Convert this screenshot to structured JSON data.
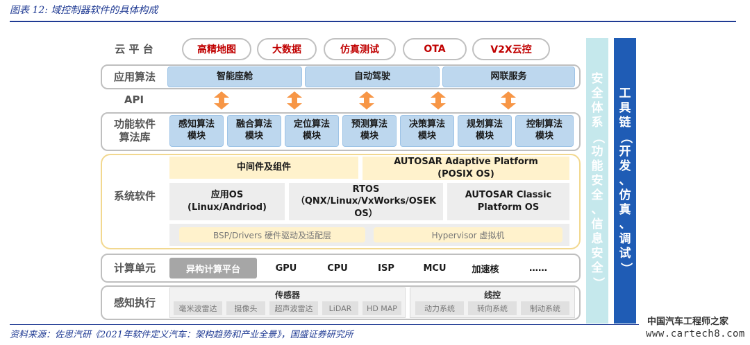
{
  "figure_title": "图表 12: 域控制器软件的具体构成",
  "rows": {
    "cloud_label": "云 平 台",
    "app_label": "应用算法",
    "api_label": "API",
    "func_label": "功能软件\n算法库",
    "sys_label": "系统软件",
    "compute_label": "计算单元",
    "sense_label": "感知执行"
  },
  "cloud_items": [
    "高精地图",
    "大数据",
    "仿真测试",
    "OTA",
    "V2X云控"
  ],
  "app_items": [
    "智能座舱",
    "自动驾驶",
    "网联服务"
  ],
  "func_items": [
    "感知算法\n模块",
    "融合算法\n模块",
    "定位算法\n模块",
    "预测算法\n模块",
    "决策算法\n模块",
    "规划算法\n模块",
    "控制算法\n模块"
  ],
  "system": {
    "middleware": "中间件及组件",
    "autosar_adaptive": "AUTOSAR Adaptive Platform\n(POSIX OS)",
    "app_os": "应用OS\n(Linux/Andriod)",
    "rtos": "RTOS\n（QNX/Linux/VxWorks/OSEK OS）",
    "autosar_classic": "AUTOSAR Classic\nPlatform OS",
    "bsp": "BSP/Drivers 硬件驱动及适配层",
    "hypervisor": "Hypervisor 虚拟机"
  },
  "compute_items": [
    "异构计算平台",
    "GPU",
    "CPU",
    "ISP",
    "MCU",
    "加速核",
    "……"
  ],
  "sensors": {
    "title": "传感器",
    "items": [
      "毫米波雷达",
      "摄像头",
      "超声波雷达",
      "LiDAR",
      "HD MAP"
    ]
  },
  "actuators": {
    "title": "线控",
    "items": [
      "动力系统",
      "转向系统",
      "制动系统"
    ]
  },
  "security_bar": "安全体系（功能安全、信息安全）",
  "toolchain_bar": "工具链（开发、仿真、调试）",
  "source_note": "资料来源：佐思汽研《2021年软件定义汽车：架构趋势和产业全景》，国盛证券研究所",
  "watermark": {
    "name": "中国汽车工程师之家",
    "url": "www.cartech8.com"
  },
  "colors": {
    "accent_blue": "#1f3a93",
    "cloud_text": "#c00000",
    "arrow_orange": "#f79646",
    "app_blue": "#bdd7ee",
    "security_bar": "#c5e8ec",
    "toolchain_bar": "#1f5cb5"
  }
}
